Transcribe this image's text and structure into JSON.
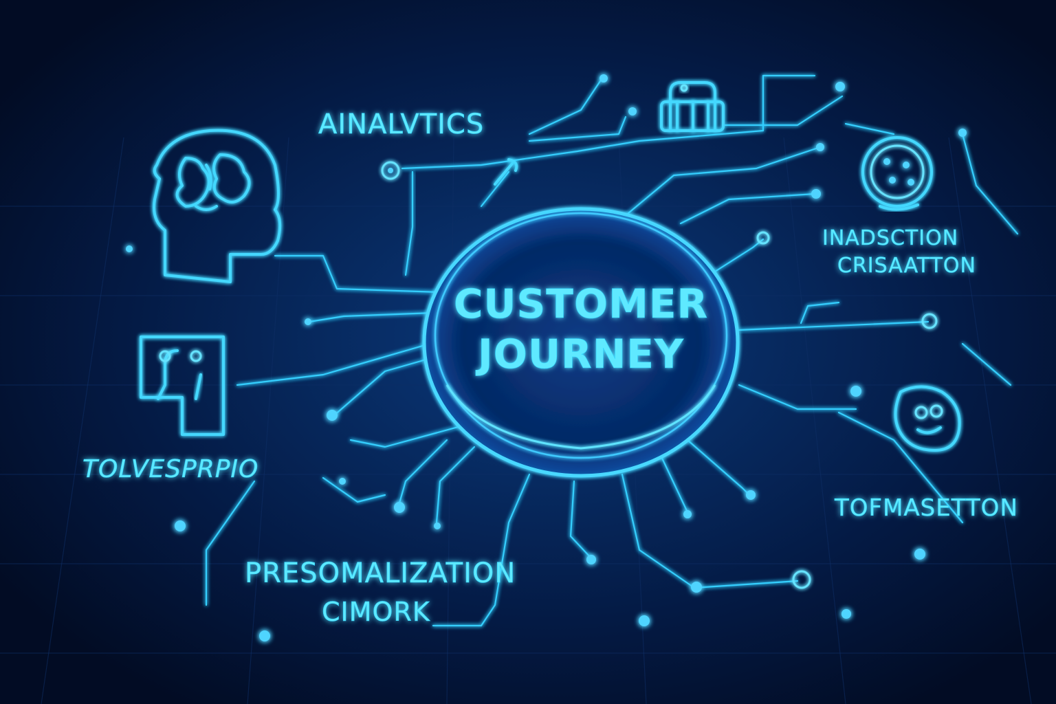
{
  "diagram": {
    "center": {
      "line1": "CUSTOMER",
      "line2": "JOURNEY"
    },
    "labels": {
      "analytics": "AINALVTICS",
      "top_right_line1": "INADSCTION",
      "top_right_line2": "CRISAATTON",
      "left": "TOLVESPRPIO",
      "bottom_right": "TOFMASETTON",
      "bottom_line1": "PRESOMALIZATION",
      "bottom_line2": "CIMORK"
    },
    "icons": [
      "head-brain-icon",
      "chat-bubbles-icon",
      "robot-icon",
      "brain-circle-icon",
      "face-badge-icon",
      "gear-icon",
      "wrench-icon"
    ],
    "colors": {
      "background": "#041a44",
      "neon": "#34cfff",
      "text": "#5fe9ff"
    }
  }
}
